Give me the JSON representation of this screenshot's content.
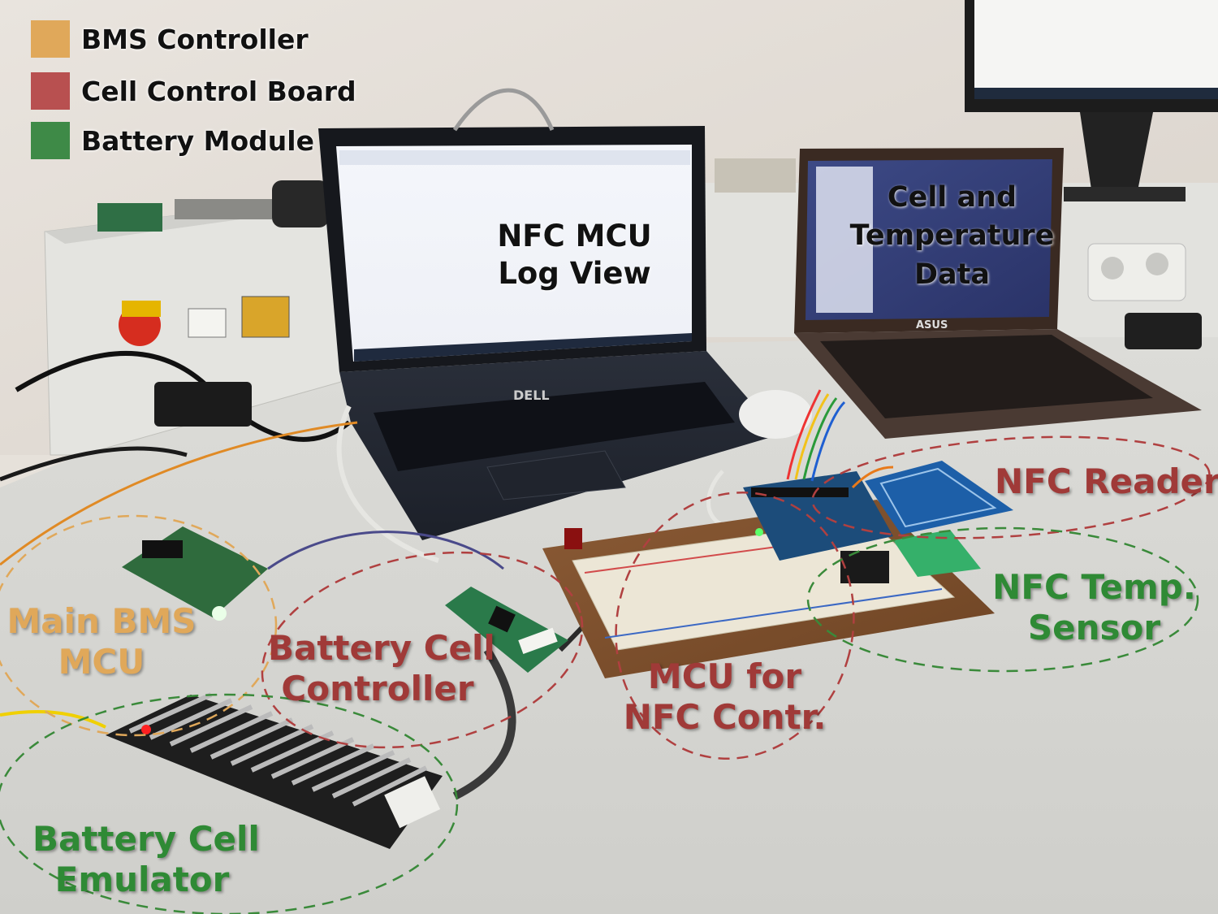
{
  "legend": [
    {
      "label": "BMS Controller",
      "color": "#e0a85a"
    },
    {
      "label": "Cell Control Board",
      "color": "#b85050"
    },
    {
      "label": "Battery Module",
      "color": "#3e8a47"
    }
  ],
  "screens": {
    "left_laptop": [
      "NFC MCU",
      "Log View"
    ],
    "right_laptop": [
      "Cell and",
      "Temperature",
      "Data"
    ],
    "left_laptop_brand": "DELL",
    "right_laptop_brand": "ASUS"
  },
  "annotations": {
    "main_bms_mcu": {
      "lines": [
        "Main BMS",
        "MCU"
      ],
      "color": "#e0a85a"
    },
    "battery_cell_controller": {
      "lines": [
        "Battery Cell",
        "Controller"
      ],
      "color": "#a03a38"
    },
    "mcu_nfc_contr": {
      "lines": [
        "MCU for",
        "NFC Contr."
      ],
      "color": "#a03a38"
    },
    "nfc_reader": {
      "lines": [
        "NFC Reader"
      ],
      "color": "#a03a38"
    },
    "nfc_temp_sensor": {
      "lines": [
        "NFC Temp.",
        "Sensor"
      ],
      "color": "#2f8a35"
    },
    "battery_cell_emulator": {
      "lines": [
        "Battery Cell",
        "Emulator"
      ],
      "color": "#2f8a35"
    }
  }
}
